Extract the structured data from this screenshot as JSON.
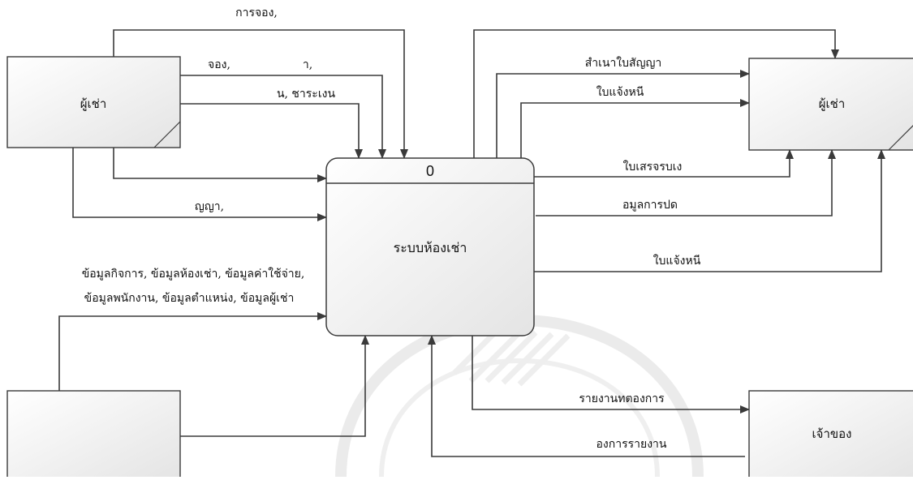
{
  "process": {
    "number": "0",
    "name": "ระบบห้องเช่า"
  },
  "entities": {
    "tenant_left": "ผู้เช่า",
    "tenant_right": "ผู้เช่า",
    "admin": "",
    "owner": "เจ้าของ"
  },
  "flows": {
    "booking_top": "การจอง,",
    "booking_mid": "จอง,                    า,",
    "payment": "น, ชาระเงน",
    "contract": "ญญา,",
    "admin_data_line1": "ข้อมูลกิจการ, ข้อมูลห้องเช่า, ข้อมูลค่าใช้จ่าย,",
    "admin_data_line2": "ข้อมูลพนักงาน, ข้อมูลตำแหน่ง, ข้อมูลผู้เช่า",
    "contract_copy": "สำเนาใบสัญญา",
    "invoice_top": "ใบแจ้งหนี",
    "receipt": "ใบเสรจรบเง",
    "info_out": "อมูลการปด",
    "invoice_bottom": "ใบแจ้งหนี",
    "report_out": "รายงานทตองการ",
    "report_request": "องการรายงาน"
  },
  "colors": {
    "line": "#3a3a3a",
    "box_fill_start": "#ffffff",
    "box_fill_end": "#e6e6e6",
    "watermark": "#d9d9d9"
  }
}
